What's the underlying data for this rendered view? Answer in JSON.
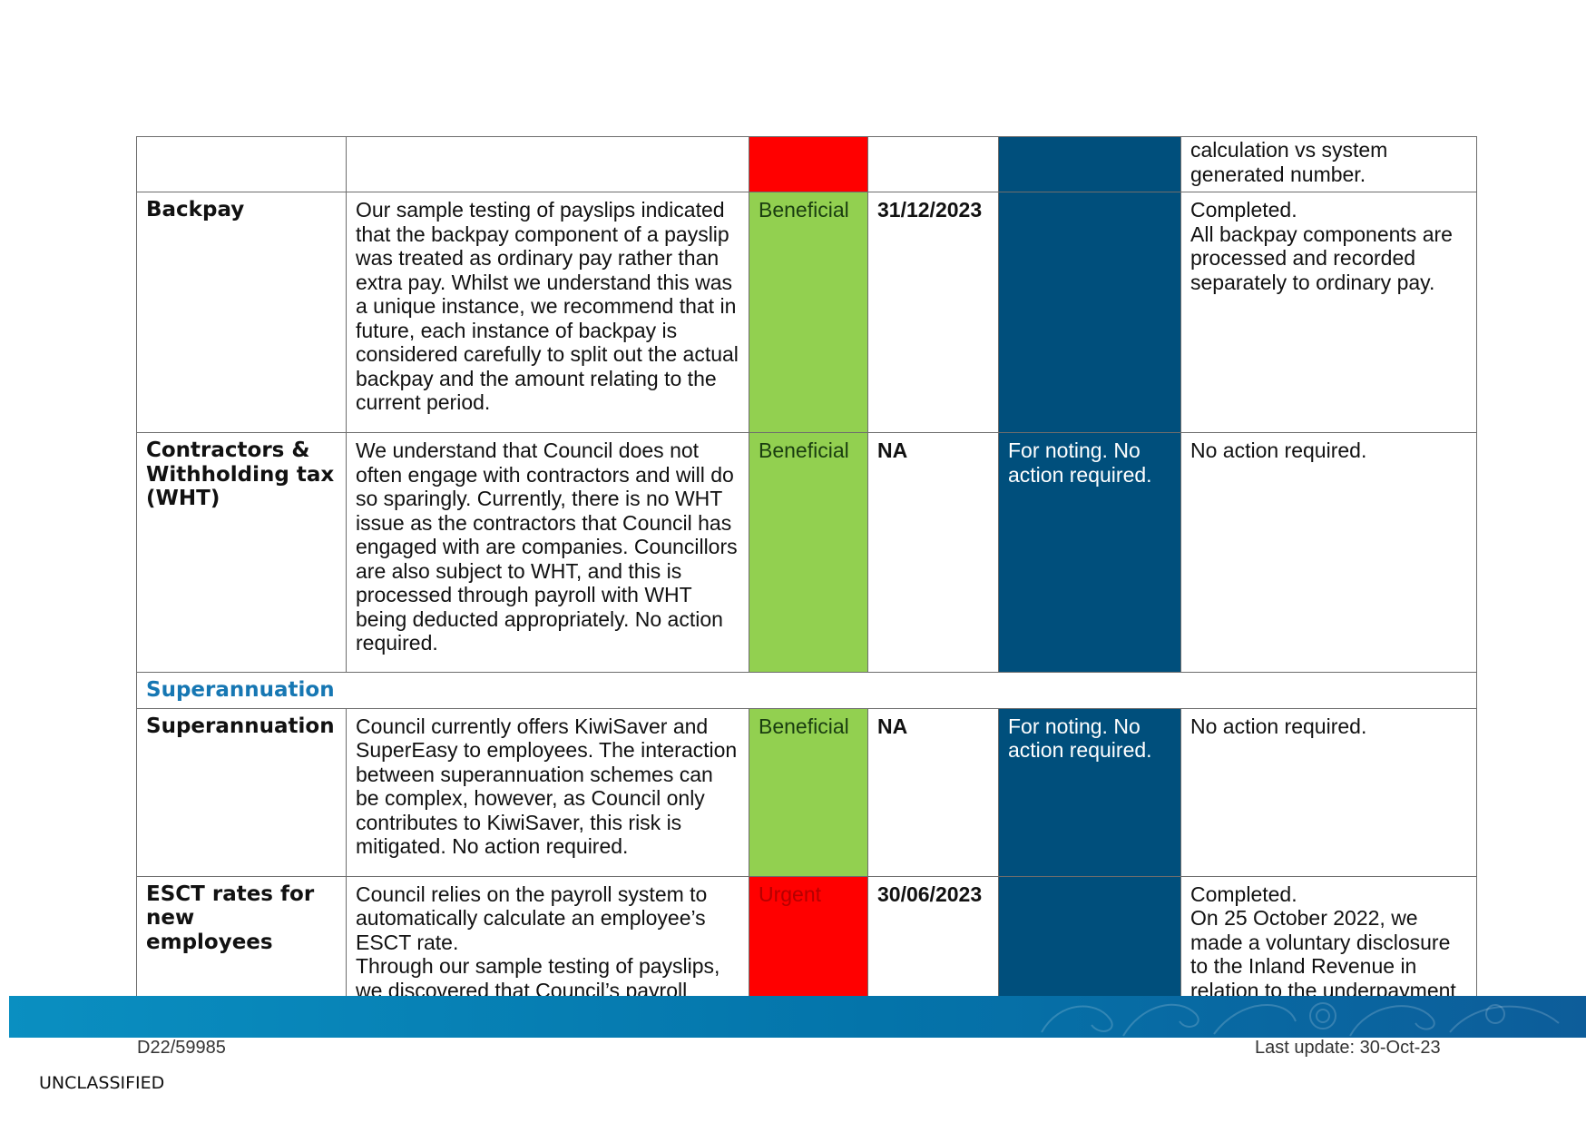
{
  "colors": {
    "green": "#92d050",
    "red": "#ff0000",
    "blue": "#004f7c",
    "section": "#1677b3"
  },
  "rows": [
    {
      "label": "",
      "finding": "",
      "rating": "",
      "date": "",
      "response": "",
      "status_lines": [
        "calculation vs system",
        "generated number."
      ]
    },
    {
      "label": "Backpay",
      "finding_lines": [
        "Our sample testing of payslips indicated",
        "that the backpay component of a payslip",
        "was treated as ordinary pay rather than",
        "extra pay. Whilst we understand this was",
        "a unique instance, we recommend that in",
        "future, each instance of backpay is",
        "considered carefully to split out the actual",
        "backpay and the amount relating to the",
        "current period."
      ],
      "rating": "Beneficial",
      "date": "31/12/2023",
      "response": "",
      "status_lines": [
        "Completed.",
        "All backpay components are",
        "processed and recorded",
        "separately to ordinary pay."
      ]
    },
    {
      "label_lines": [
        "Contractors &",
        "Withholding tax",
        "(WHT)"
      ],
      "finding_lines": [
        "We understand that Council does not",
        "often engage with contractors and will do",
        "so sparingly. Currently, there is no WHT",
        "issue as the contractors that Council has",
        "engaged with are companies. Councillors",
        "are also subject to WHT, and this is",
        "processed through payroll with WHT",
        "being deducted appropriately. No action",
        "required."
      ],
      "rating": "Beneficial",
      "date": "NA",
      "response_lines": [
        "For noting. No",
        "action required."
      ],
      "status": "No action required."
    },
    {
      "section": "Superannuation"
    },
    {
      "label": "Superannuation",
      "finding_lines": [
        "Council currently offers KiwiSaver and",
        "SuperEasy to employees. The interaction",
        "between superannuation schemes can",
        "be complex, however, as Council only",
        "contributes to KiwiSaver, this risk is",
        "mitigated. No action required."
      ],
      "rating": "Beneficial",
      "date": "NA",
      "response_lines": [
        "For noting. No",
        "action required."
      ],
      "status": "No action required."
    },
    {
      "label_lines": [
        "ESCT rates for new",
        "employees"
      ],
      "finding_lines": [
        "Council relies on the payroll system to",
        "automatically calculate an employee’s",
        "ESCT rate.",
        "Through our sample testing of payslips,",
        "we discovered that Council’s payroll"
      ],
      "rating": "Urgent",
      "date": "30/06/2023",
      "response": "",
      "status_lines": [
        "Completed.",
        "On 25 October 2022, we",
        "made a voluntary disclosure",
        "to the Inland Revenue in",
        "relation to the underpayment"
      ]
    }
  ],
  "footer": {
    "doc_id": "D22/59985",
    "last_update": "Last update: 30-Oct-23",
    "classification": "UNCLASSIFIED"
  }
}
